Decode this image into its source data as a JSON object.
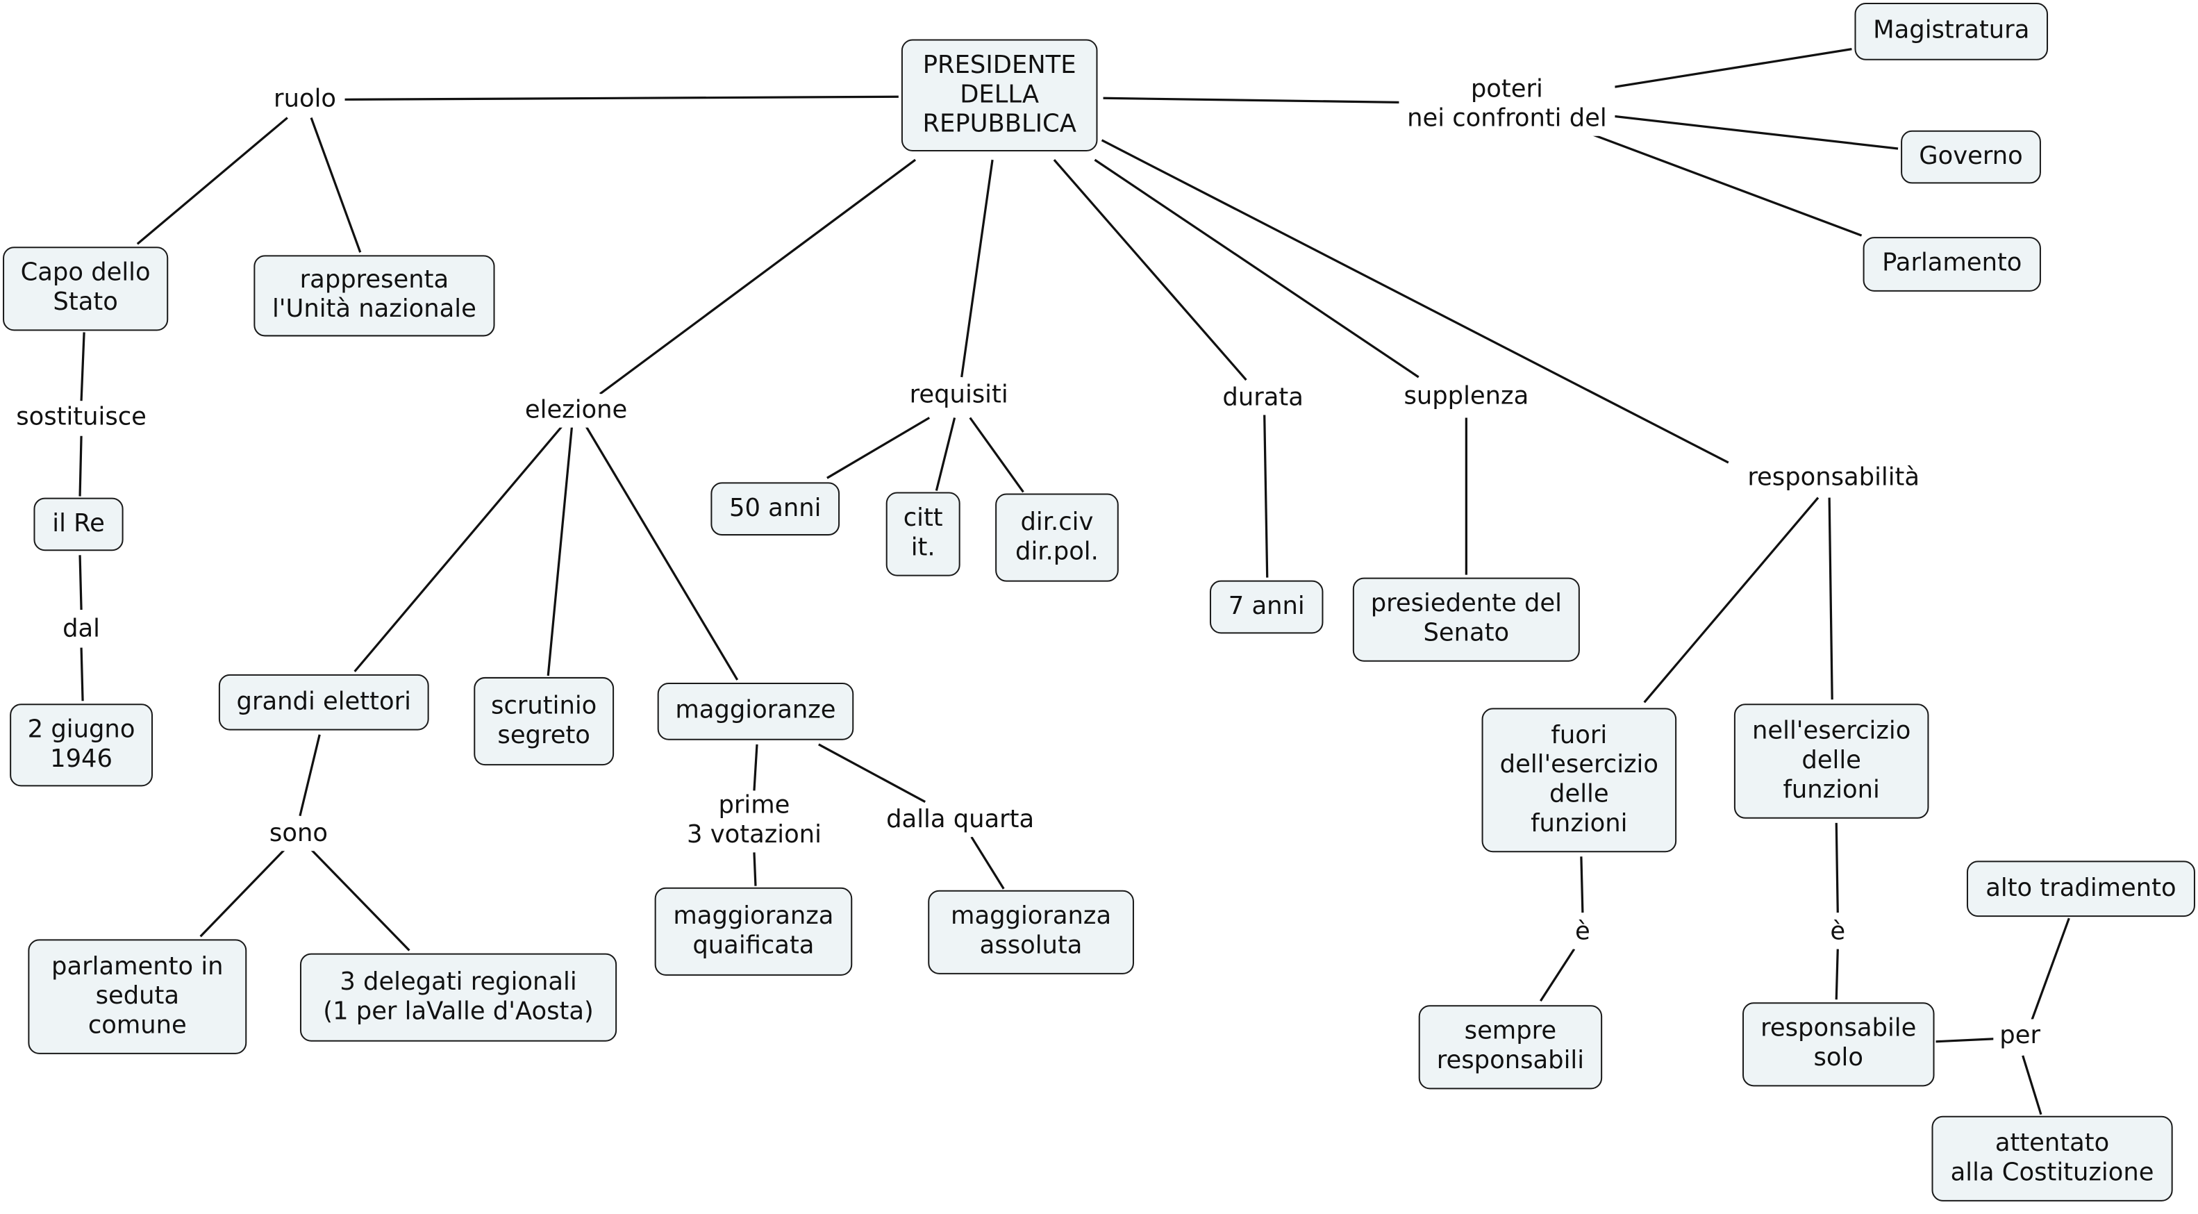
{
  "colors": {
    "box_fill": "#eef4f6",
    "box_border": "#1a1a1a",
    "line": "#111111",
    "text": "#111111",
    "background": "#ffffff"
  },
  "nodes": {
    "presidente": "PRESIDENTE\nDELLA\nREPUBBLICA",
    "ruolo": "ruolo",
    "capo_stato": "Capo dello\nStato",
    "rappresenta": "rappresenta\nl'Unità nazionale",
    "sostituisce": "sostituisce",
    "il_re": "il Re",
    "dal": "dal",
    "data_1946": "2 giugno\n1946",
    "elezione": "elezione",
    "grandi_elettori": "grandi elettori",
    "sono": "sono",
    "parlamento_seduta": "parlamento in\nseduta\ncomune",
    "delegati": "3 delegati regionali\n(1 per laValle d'Aosta)",
    "scrutinio": "scrutinio\nsegreto",
    "maggioranze": "maggioranze",
    "prime_votazioni": "prime\n3 votazioni",
    "dalla_quarta": "dalla quarta",
    "magg_qualificata": "maggioranza\nquaificata",
    "magg_assoluta": "maggioranza\nassoluta",
    "requisiti": "requisiti",
    "anni_50": "50 anni",
    "citt": "citt\nit.",
    "dir": "dir.civ\ndir.pol.",
    "durata": "durata",
    "anni_7": "7 anni",
    "supplenza": "supplenza",
    "senato": "presiedente del\nSenato",
    "poteri": "poteri\nnei confronti del",
    "magistratura": "Magistratura",
    "governo": "Governo",
    "parlamento": "Parlamento",
    "responsabilita": "responsabilità",
    "fuori": "fuori\ndell'esercizio\ndelle\nfunzioni",
    "nell": "nell'esercizio\ndelle\nfunzioni",
    "e_left": "è",
    "e_right": "è",
    "sempre": "sempre\nresponsabili",
    "solo": "responsabile\nsolo",
    "per": "per",
    "alto_tradimento": "alto tradimento",
    "attentato": "attentato\nalla Costituzione"
  }
}
